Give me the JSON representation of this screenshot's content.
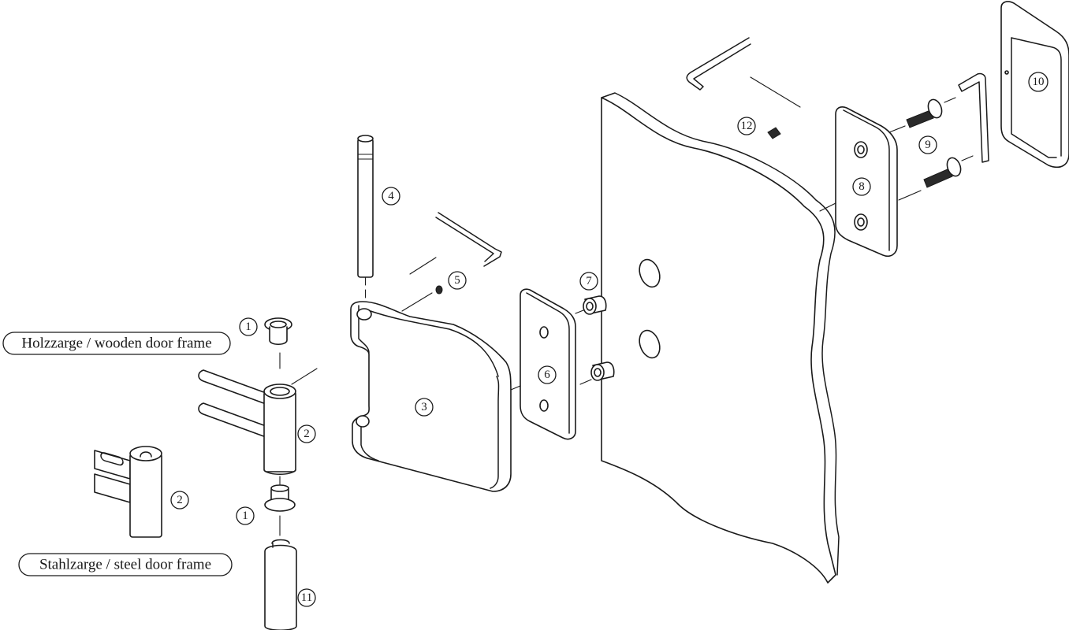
{
  "labels": {
    "wooden_frame": "Holzzarge / wooden door frame",
    "steel_frame": "Stahlzarge / steel door frame"
  },
  "callouts": {
    "c1a": "1",
    "c1b": "1",
    "c2a": "2",
    "c2b": "2",
    "c3": "3",
    "c4": "4",
    "c5": "5",
    "c6": "6",
    "c7": "7",
    "c8": "8",
    "c9": "9",
    "c10": "10",
    "c11": "11",
    "c12": "12"
  }
}
